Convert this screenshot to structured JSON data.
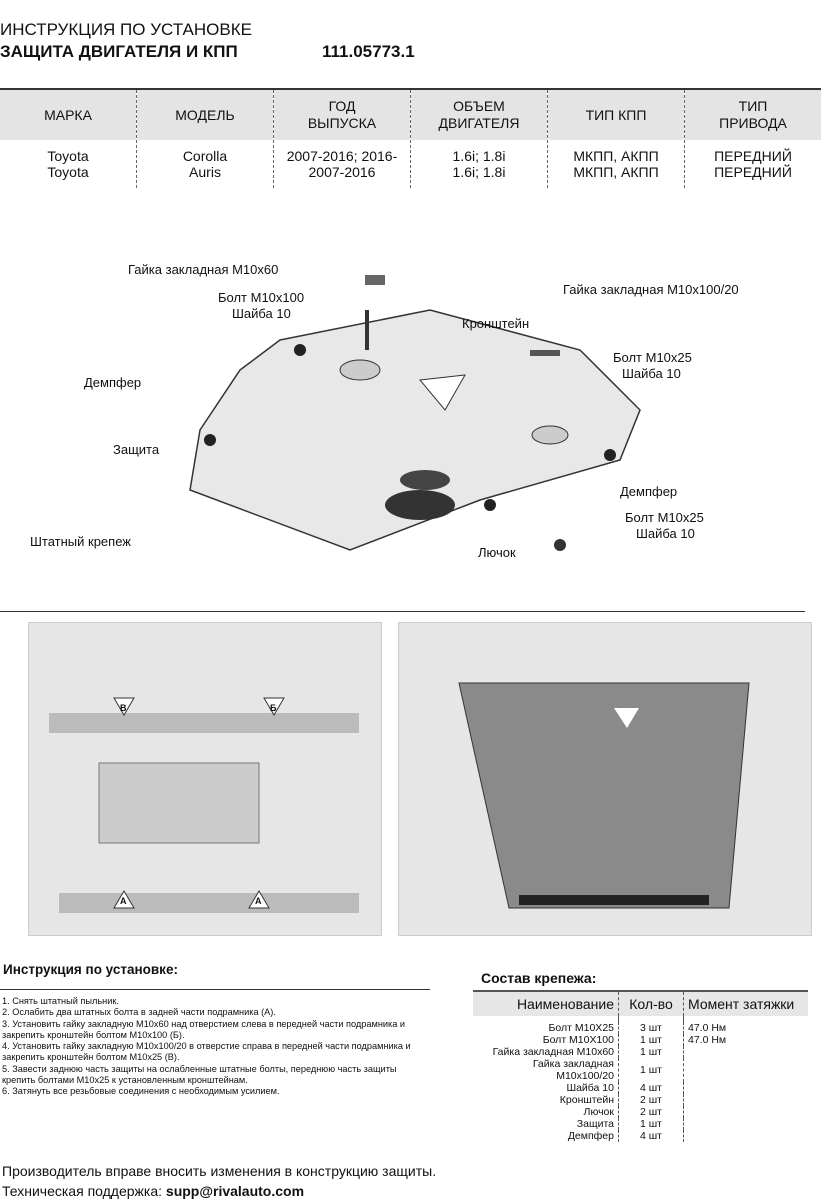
{
  "header": {
    "title": "ИНСТРУКЦИЯ ПО УСТАНОВКЕ",
    "subtitle": "ЗАЩИТА ДВИГАТЕЛЯ И КПП",
    "code": "111.05773.1"
  },
  "spec_table": {
    "columns": [
      {
        "header": "МАРКА",
        "values": [
          "Toyota",
          "Toyota"
        ]
      },
      {
        "header": "МОДЕЛЬ",
        "values": [
          "Corolla",
          "Auris"
        ]
      },
      {
        "header": "ГОД ВЫПУСКА",
        "values": [
          "2007-2016; 2016-",
          "2007-2016"
        ]
      },
      {
        "header": "ОБЪЕМ ДВИГАТЕЛЯ",
        "values": [
          "1.6i; 1.8i",
          "1.6i; 1.8i"
        ]
      },
      {
        "header": "ТИП КПП",
        "values": [
          "МКПП, АКПП",
          "МКПП, АКПП"
        ]
      },
      {
        "header": "ТИП ПРИВОДА",
        "values": [
          "ПЕРЕДНИЙ",
          "ПЕРЕДНИЙ"
        ]
      }
    ]
  },
  "diagram_labels": {
    "nut60": "Гайка закладная М10х60",
    "bolt100": "Болт М10х100",
    "washer": "Шайба 10",
    "nut100": "Гайка закладная М10х100/20",
    "bracket": "Кронштейн",
    "damper": "Демпфер",
    "bolt25": "Болт М10х25",
    "protection": "Защита",
    "damper2": "Демпфер",
    "standard": "Штатный крепеж",
    "bolt25b": "Болт М10х25",
    "washer2": "Шайба 10",
    "hatch": "Лючок"
  },
  "photo_marks": {
    "a": "А",
    "b": "Б",
    "v": "В"
  },
  "instructions": {
    "title": "Инструкция по установке:",
    "steps": [
      "1. Снять штатный пыльник.",
      "2. Ослабить два штатных болта в задней части подрамника (А).",
      "3. Установить гайку закладную М10х60 над отверстием слева в передней части подрамника и закрепить кронштейн болтом М10х100 (Б).",
      "4. Установить гайку закладную М10х100/20 в отверстие справа в передней части подрамника и закрепить кронштейн болтом М10х25 (В).",
      "5. Завести заднюю часть защиты на ослабленные штатные болты, переднюю часть защиты крепить болтами М10х25 к установленным кронштейнам.",
      "6. Затянуть все резьбовые соединения с необходимым усилием."
    ]
  },
  "fasteners": {
    "title": "Состав крепежа:",
    "headers": [
      "Наименование",
      "Кол-во",
      "Момент затяжки"
    ],
    "rows": [
      [
        "Болт М10Х25",
        "3 шт",
        "47.0 Нм"
      ],
      [
        "Болт М10Х100",
        "1 шт",
        "47.0 Нм"
      ],
      [
        "Гайка закладная М10х60",
        "1 шт",
        ""
      ],
      [
        "Гайка закладная М10х100/20",
        "1 шт",
        ""
      ],
      [
        "Шайба 10",
        "4 шт",
        ""
      ],
      [
        "Кронштейн",
        "2 шт",
        ""
      ],
      [
        "Лючок",
        "2 шт",
        ""
      ],
      [
        "Защита",
        "1 шт",
        ""
      ],
      [
        "Демпфер",
        "4 шт",
        ""
      ]
    ]
  },
  "footer": {
    "note": "Производитель вправе вносить изменения в конструкцию защиты.",
    "support_label": "Техническая поддержка: ",
    "support_email": "supp@rivalauto.com"
  }
}
